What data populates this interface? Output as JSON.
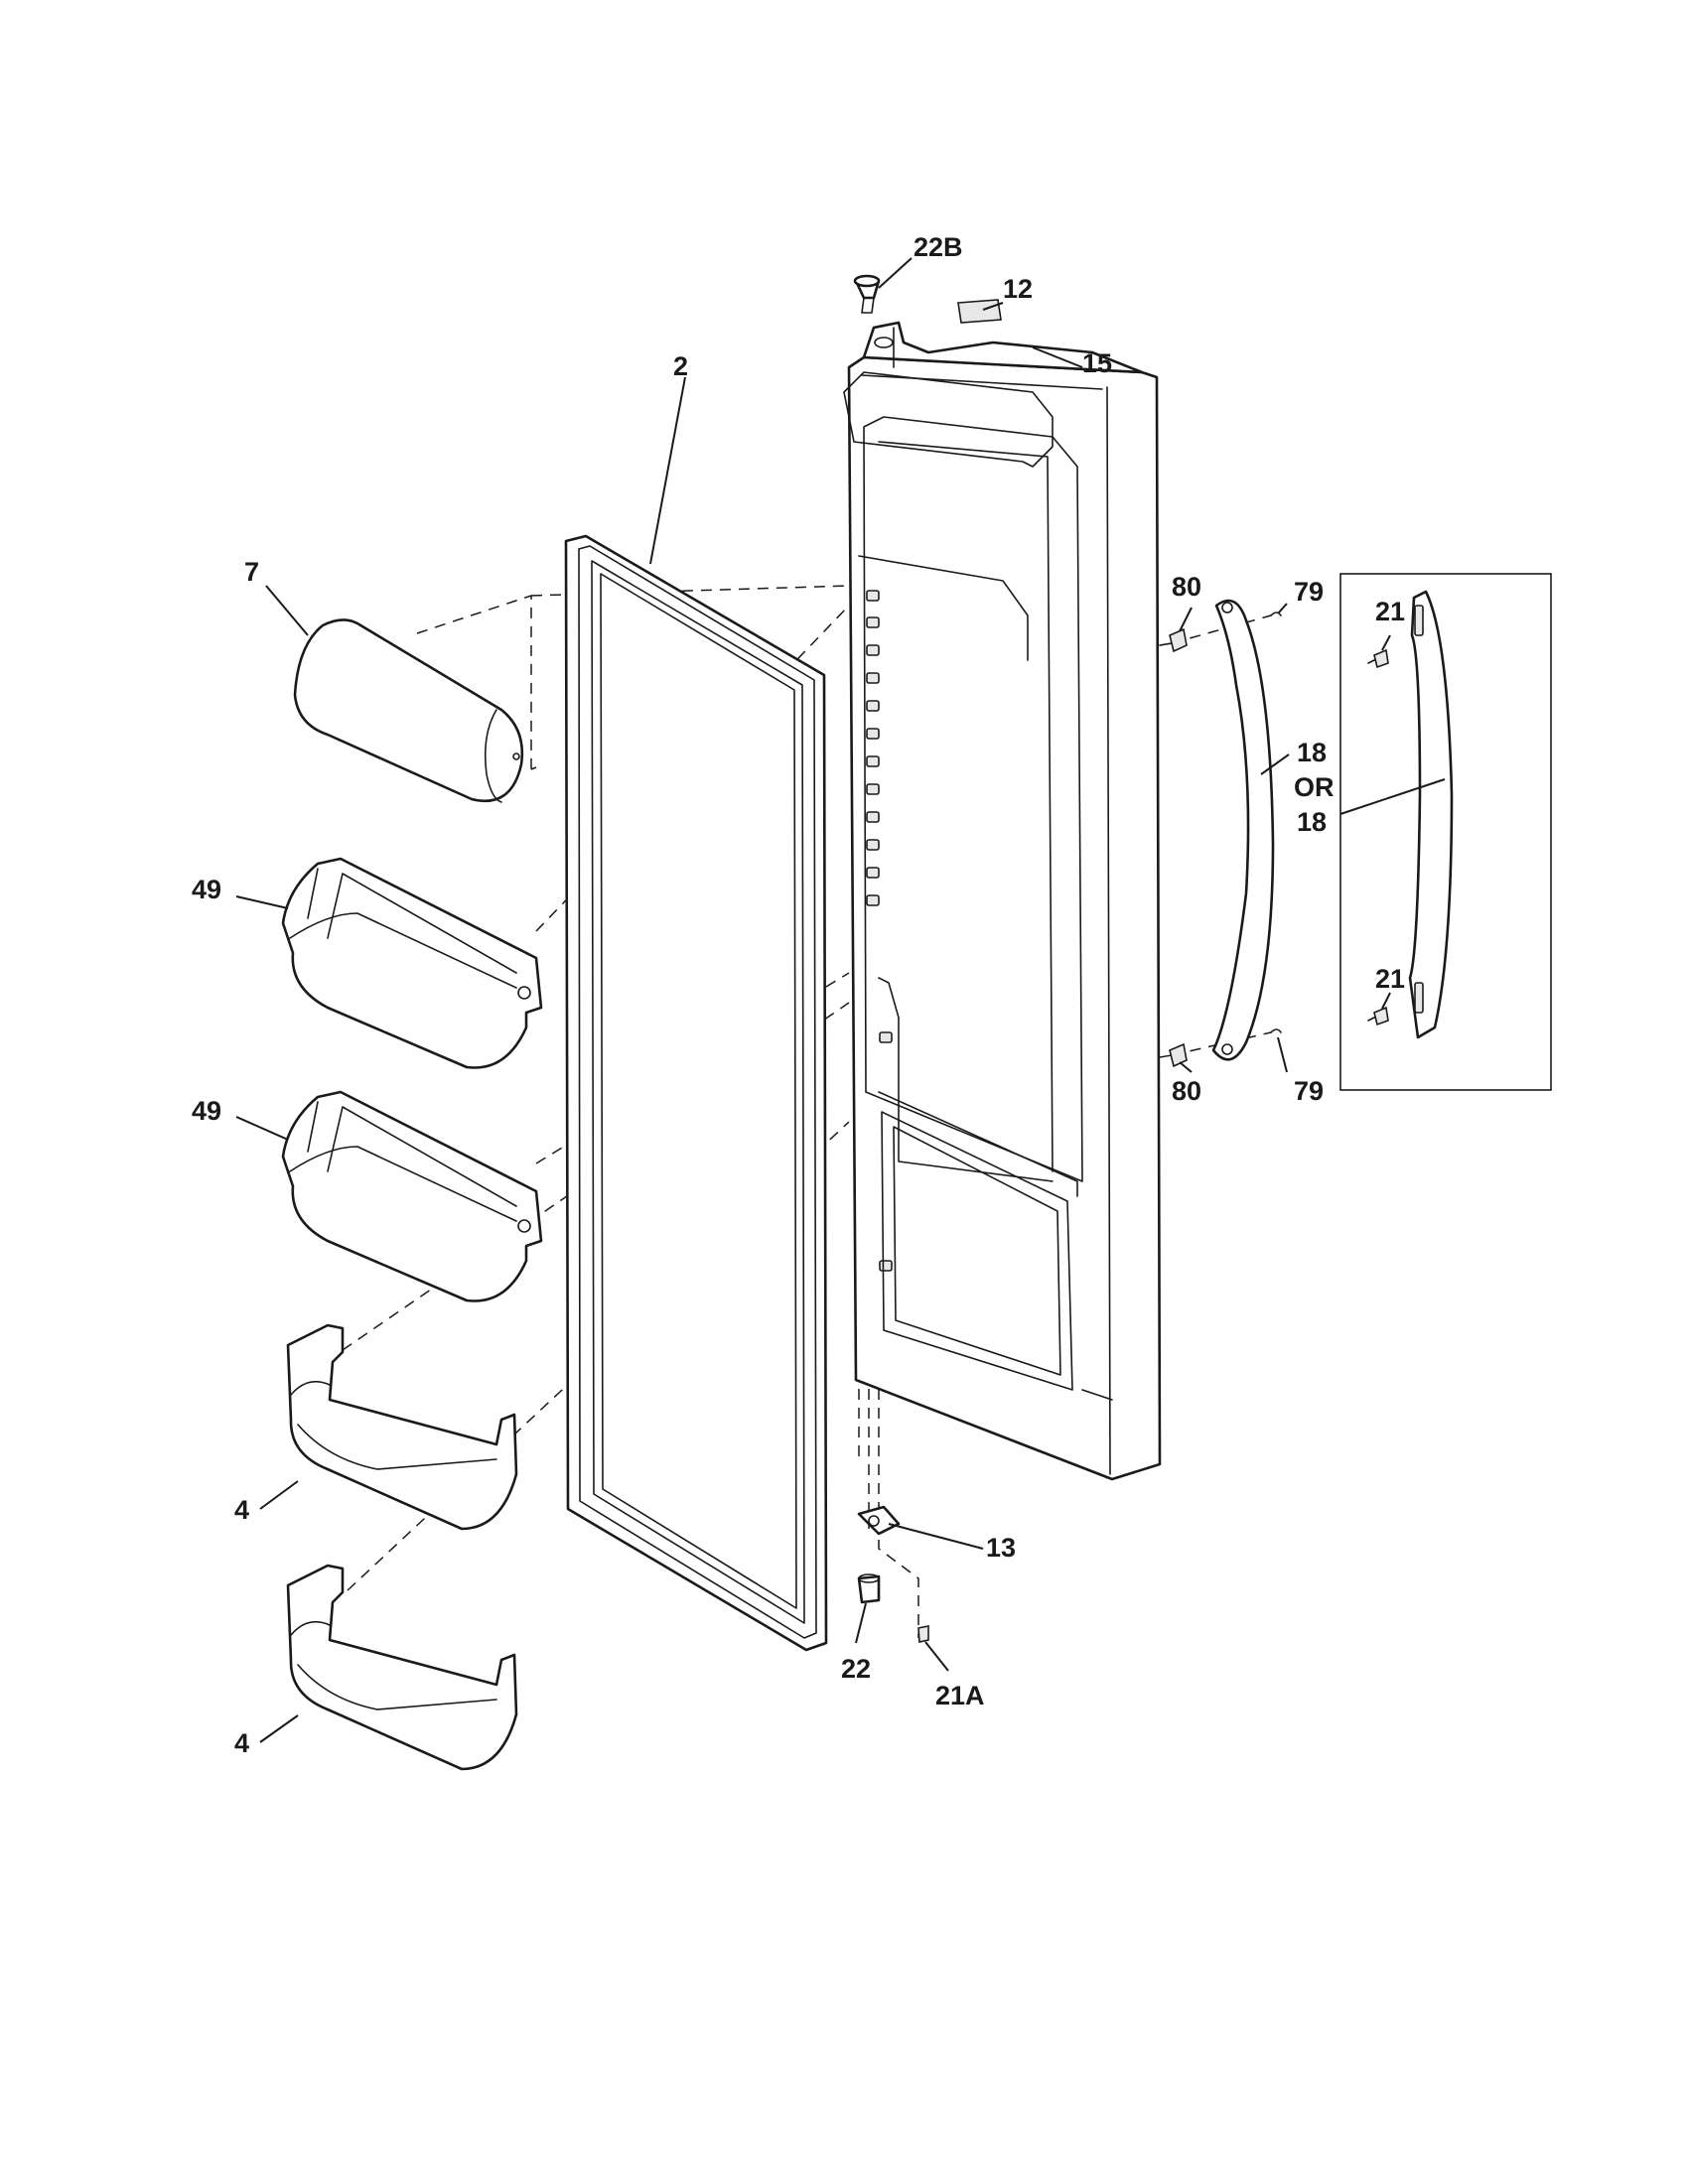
{
  "callouts": {
    "c22b": "22B",
    "c12": "12",
    "c15": "15",
    "c2": "2",
    "c7": "7",
    "c80_top": "80",
    "c79_top": "79",
    "c21_top": "21",
    "c18_a": "18",
    "c_or": "OR",
    "c18_b": "18",
    "c49_top": "49",
    "c49_bottom": "49",
    "c21_bottom": "21",
    "c80_bottom": "80",
    "c79_bottom": "79",
    "c4_top": "4",
    "c13": "13",
    "c22": "22",
    "c21a": "21A",
    "c4_bottom": "4"
  }
}
